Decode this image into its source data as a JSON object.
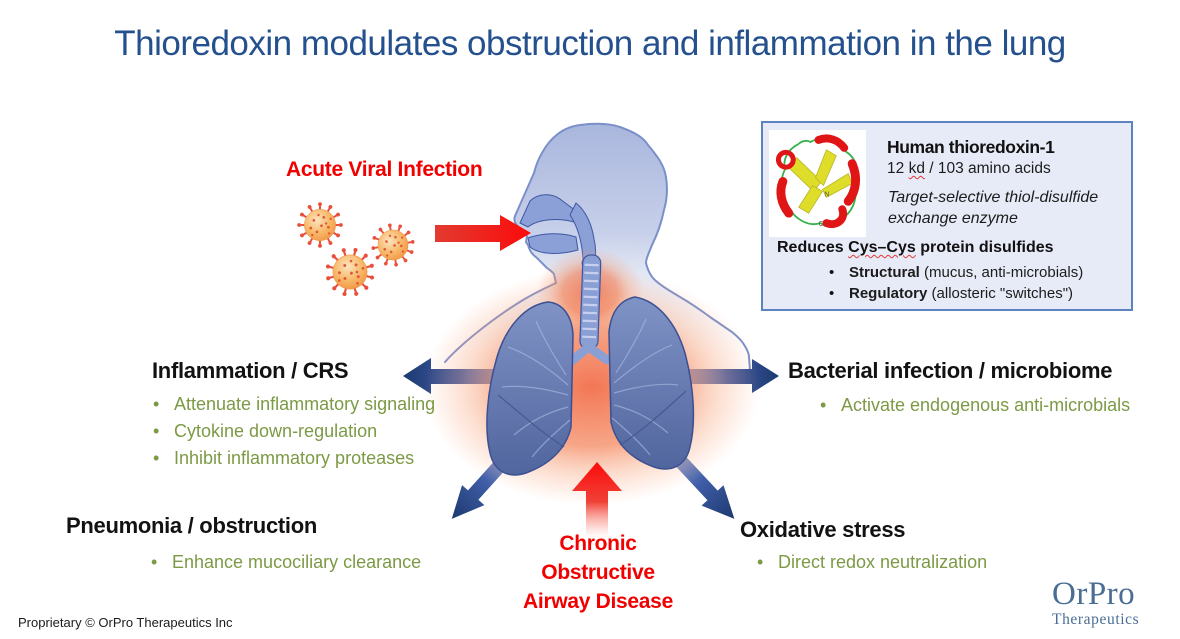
{
  "slide": {
    "title": "Thioredoxin modulates obstruction and inflammation in the lung",
    "footer": "Proprietary © OrPro Therapeutics Inc",
    "logo": {
      "name": "OrPro",
      "sub": "Therapeutics"
    }
  },
  "labels": {
    "acute": "Acute Viral Infection",
    "chronic_lines": [
      "Chronic",
      "Obstructive",
      "Airway Disease"
    ]
  },
  "info_box": {
    "title": "Human thioredoxin-1",
    "mass_pre": "12 ",
    "mass_kd": "kd",
    "mass_post": " / 103 amino acids",
    "desc_line1": "Target-selective thiol-disulfide",
    "desc_line2": "exchange enzyme",
    "reduces_pre": "Reduces ",
    "reduces_cys": "Cys–Cys",
    "reduces_post": " protein disulfides",
    "bullets": [
      {
        "bold": "Structural",
        "rest": " (mucus, anti-microbials)"
      },
      {
        "bold": "Regulatory",
        "rest": " (allosteric \"switches\")"
      }
    ]
  },
  "sections": {
    "inflammation": {
      "heading": "Inflammation / CRS",
      "bullets": [
        "Attenuate inflammatory signaling",
        "Cytokine down-regulation",
        "Inhibit inflammatory proteases"
      ]
    },
    "bacterial": {
      "heading": "Bacterial infection / microbiome",
      "bullets": [
        "Activate endogenous anti-microbials"
      ]
    },
    "pneumonia": {
      "heading": "Pneumonia / obstruction",
      "bullets": [
        "Enhance mucociliary clearance"
      ]
    },
    "oxidative": {
      "heading": "Oxidative stress",
      "bullets": [
        "Direct redox neutralization"
      ]
    }
  },
  "colors": {
    "title_blue": "#24508E",
    "alert_red": "#F20000",
    "bullet_green": "#7C9A45",
    "arrow_navy": "#1D3970",
    "arrow_light_blue": "#8EA8DA",
    "box_border_blue": "#5B83C0",
    "box_bg": "#E7EBF7",
    "logo_blue": "#4A6D94",
    "virus_orange": "#F29140",
    "lung_blue": "#5A6EA6",
    "glow_orange": "#F0603A"
  }
}
